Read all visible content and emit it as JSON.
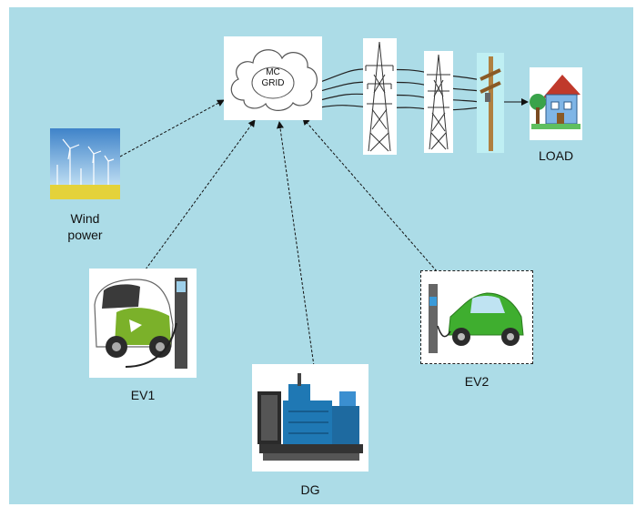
{
  "diagram": {
    "background_color": "#acdce7",
    "cloud": {
      "line1": "MC",
      "line2": "GRID"
    },
    "nodes": {
      "wind": {
        "line1": "Wind",
        "line2": "power",
        "icon": "wind-turbines-icon"
      },
      "ev1": {
        "label": "EV1",
        "icon": "electric-car-charging-icon"
      },
      "dg": {
        "label": "DG",
        "icon": "diesel-generator-icon"
      },
      "ev2": {
        "label": "EV2",
        "icon": "green-car-charging-icon"
      },
      "load": {
        "label": "LOAD",
        "icon": "house-icon"
      }
    },
    "grid_icons": [
      "transmission-tower-icon",
      "transmission-tower-icon",
      "utility-pole-icon"
    ]
  }
}
